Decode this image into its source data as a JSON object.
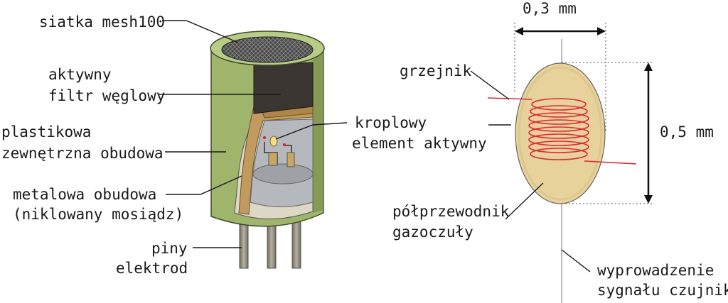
{
  "left": {
    "mesh": "siatka mesh100",
    "filter_line1": "aktywny",
    "filter_line2": "filtr węglowy",
    "housing_line1": "plastikowa",
    "housing_line2": "zewnętrzna obudowa",
    "metal_line1": "metalowa obudowa",
    "metal_line2": "(niklowany mosiądz)",
    "pins_line1": "piny",
    "pins_line2": "elektrod",
    "drop_line1": "kroplowy",
    "drop_line2": "element aktywny"
  },
  "right": {
    "width_dim": "0,3 mm",
    "height_dim": "0,5 mm",
    "heater": "grzejnik",
    "semi_line1": "półprzewodnik",
    "semi_line2": "gazoczuły",
    "signal_line1": "wyprowadzenie",
    "signal_line2": "sygnału czujnika"
  },
  "colors": {
    "outer_housing": "#9fb56c",
    "mesh": "#3a3a3a",
    "carbon_filter": "#3b3631",
    "metal_can": "#c39a5e",
    "bead": "#e6d29a",
    "heater_coil": "#e0283a",
    "pins": "#9a9384"
  }
}
